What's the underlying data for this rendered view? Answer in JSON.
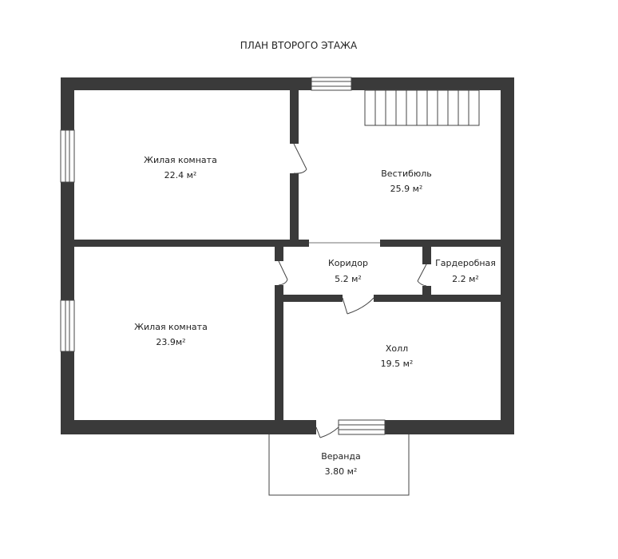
{
  "title": "ПЛАН ВТОРОГО ЭТАЖА",
  "rooms": {
    "living1": {
      "name": "Жилая комната",
      "area": "22.4 м²"
    },
    "vestibule": {
      "name": "Вестибюль",
      "area": "25.9  м²"
    },
    "corridor": {
      "name": "Коридор",
      "area": "5.2  м²"
    },
    "wardrobe": {
      "name": "Гардеробная",
      "area": "2.2  м²"
    },
    "living2": {
      "name": "Жилая комната",
      "area": "23.9м²"
    },
    "hall": {
      "name": "Холл",
      "area": "19.5  м²"
    },
    "veranda": {
      "name": "Веранда",
      "area": "3.80  м²"
    }
  },
  "colors": {
    "wall": "#3a3a3a",
    "line": "#444444",
    "background": "#ffffff"
  }
}
